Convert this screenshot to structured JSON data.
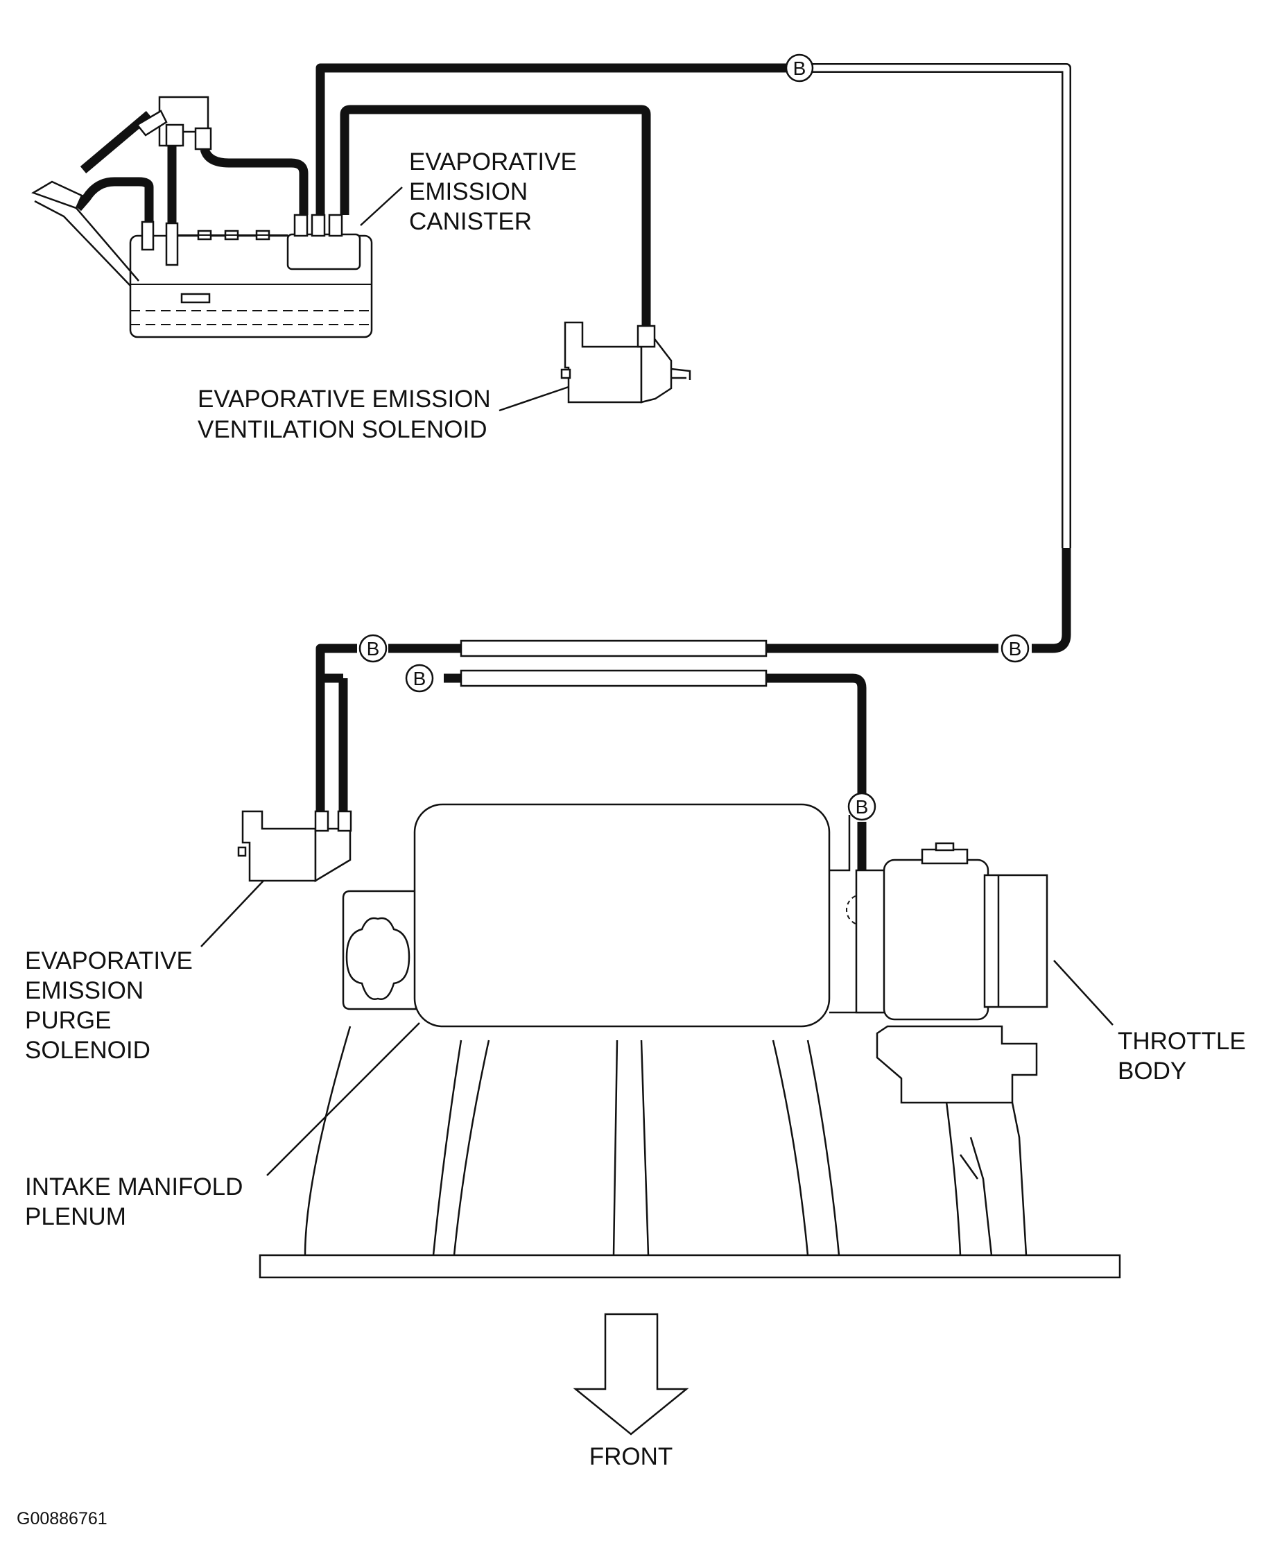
{
  "labels": {
    "canister": [
      "EVAPORATIVE",
      "EMISSION",
      "CANISTER"
    ],
    "vent_solenoid": [
      "EVAPORATIVE EMISSION",
      "VENTILATION SOLENOID"
    ],
    "purge_solenoid": [
      "EVAPORATIVE",
      "EMISSION",
      "PURGE",
      "SOLENOID"
    ],
    "intake_plenum": [
      "INTAKE MANIFOLD",
      "PLENUM"
    ],
    "throttle_body": [
      "THROTTLE",
      "BODY"
    ],
    "front": "FRONT",
    "figure_id": "G00886761"
  },
  "hose_badges": [
    "B",
    "B",
    "B",
    "B",
    "B"
  ],
  "colors": {
    "line": "#111111",
    "background": "#ffffff"
  },
  "icons": {
    "front_arrow": "down-arrow-icon"
  }
}
